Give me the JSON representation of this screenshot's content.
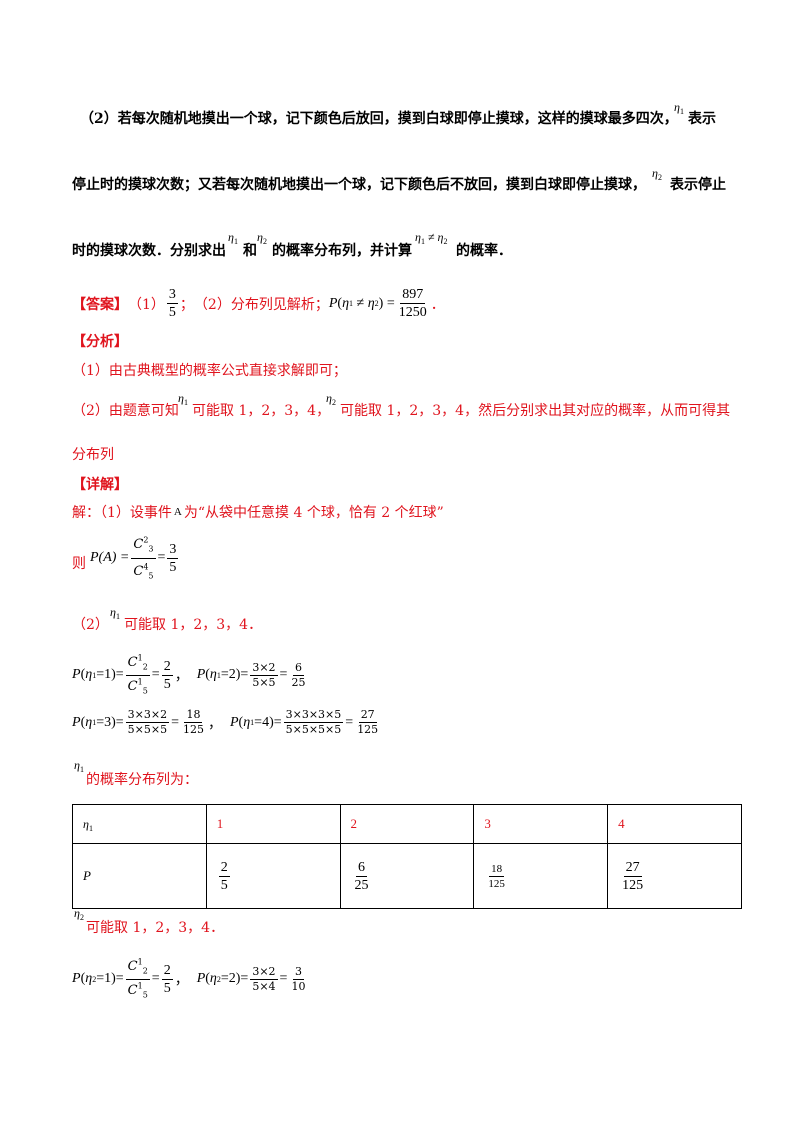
{
  "question": {
    "line1_a": "（2）若每次随机地摸出一个球，记下颜色后放回，摸到白球即停止摸球，这样的摸球最多四次，",
    "line1_b": "表示",
    "line2_a": "停止时的摸球次数；又若每次随机地摸出一个球，记下颜色后不放回，摸到白球即停止摸球，",
    "line2_b": "表示停止",
    "line3_a": "时的摸球次数．分别求出",
    "line3_and": "和",
    "line3_b": "的概率分布列，并计算",
    "line3_c": "的概率．"
  },
  "symbols": {
    "eta": "η",
    "sub1": "1",
    "sub2": "2",
    "neq": "≠"
  },
  "answer": {
    "label": "【答案】",
    "part1": "（1）",
    "frac1_num": "3",
    "frac1_den": "5",
    "sep": "；",
    "part2": "（2）分布列见解析；",
    "P": "P",
    "frac2_num": "897",
    "frac2_den": "1250",
    "end": "．"
  },
  "analysis": {
    "label": "【分析】",
    "line1": "（1）由古典概型的概率公式直接求解即可；",
    "line2_a": "（2）由题意可知",
    "line2_b": "可能取 1，2，3，4，",
    "line2_c": "可能取 1，2，3，4，然后分别求出其对应的概率，从而可得其",
    "line3": "分布列"
  },
  "detail": {
    "label": "【详解】",
    "line1_a": "解：（1）设事件",
    "event": "A",
    "line1_b": "为“从袋中任意摸 4 个球，恰有 2 个红球”",
    "then": "则",
    "pa_lhs": "P(A) =",
    "pa_num": "C",
    "pa_num_sup": "2",
    "pa_num_sub": "3",
    "pa_den": "C",
    "pa_den_sup": "4",
    "pa_den_sub": "5",
    "pa_res_num": "3",
    "pa_res_den": "5",
    "part2_a": "（2）",
    "part2_b": "可能取 1，2，3，4．",
    "eq1_lhs": "=1)=",
    "eq1_c_sup": "1",
    "eq1_c_sub_n": "2",
    "eq1_c_sub_d": "5",
    "eq1_res_n": "2",
    "eq1_res_d": "5",
    "comma": "，",
    "eq2_lhs": "=2)=",
    "eq2_n": "3×2",
    "eq2_d": "5×5",
    "eq2_res_n": "6",
    "eq2_res_d": "25",
    "eq3_lhs": "=3)=",
    "eq3_n": "3×3×2",
    "eq3_d": "5×5×5",
    "eq3_res_n": "18",
    "eq3_res_d": "125",
    "eq4_lhs": "=4)=",
    "eq4_n": "3×3×3×5",
    "eq4_d": "5×5×5×5",
    "eq4_res_n": "27",
    "eq4_res_d": "125",
    "dist_label": "的概率分布列为：",
    "eta2_label": "可能取 1，2，3，4．",
    "e21_lhs": "=1)=",
    "e21_sup": "1",
    "e21_sub_n": "2",
    "e21_sub_d": "5",
    "e21_res_n": "2",
    "e21_res_d": "5",
    "e22_lhs": "=2)=",
    "e22_n": "3×2",
    "e22_d": "5×4",
    "e22_res_n": "3",
    "e22_res_d": "10"
  },
  "table": {
    "row1_head": "η",
    "row1_head_sub": "1",
    "values": [
      "1",
      "2",
      "3",
      "4"
    ],
    "row2_head": "P",
    "probs": [
      {
        "n": "2",
        "d": "5"
      },
      {
        "n": "6",
        "d": "25"
      },
      {
        "n": "18",
        "d": "125"
      },
      {
        "n": "27",
        "d": "125"
      }
    ]
  }
}
